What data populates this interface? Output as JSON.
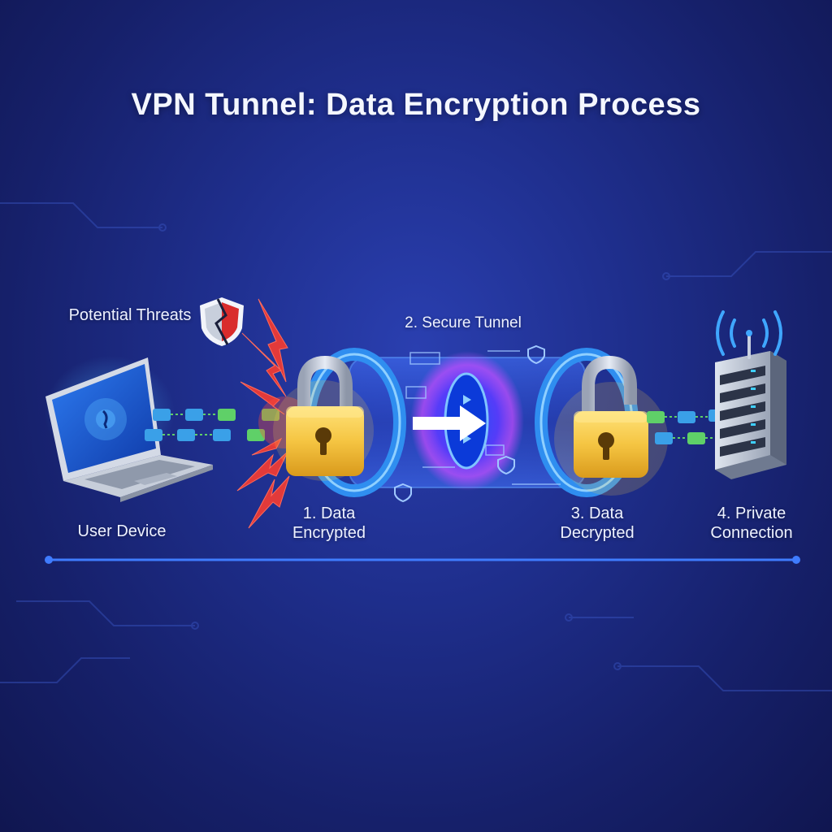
{
  "title": "VPN Tunnel: Data Encryption Process",
  "labels": {
    "threats": "Potential Threats",
    "tunnel": "2. Secure Tunnel",
    "user_device": "User Device",
    "encrypted_line1": "1. Data",
    "encrypted_line2": "Encrypted",
    "decrypted_line1": "3. Data",
    "decrypted_line2": "Decrypted",
    "private_line1": "4. Private",
    "private_line2": "Connection"
  },
  "colors": {
    "background": "#1f2f8e",
    "packet_green": "#5fd068",
    "packet_blue": "#3aa0e8",
    "lock_gold": "#f5c542",
    "threat_red": "#e23a3a",
    "tunnel_cyan": "#3fb8ff",
    "tunnel_purple": "#b04cff"
  },
  "icons": [
    "laptop-icon",
    "shield-broken-icon",
    "padlock-closed-icon",
    "padlock-open-icon",
    "server-rack-icon",
    "wifi-signal-icon",
    "arrow-right-icon"
  ]
}
